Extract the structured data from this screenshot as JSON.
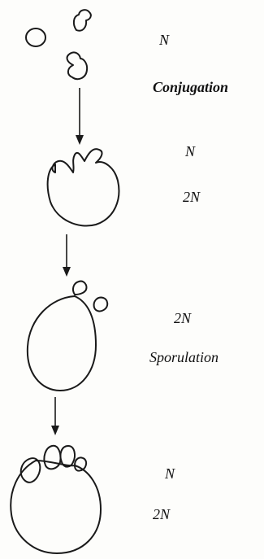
{
  "stages": [
    {
      "id": "haploid-cells",
      "labels": [
        "N",
        "Conjugation"
      ]
    },
    {
      "id": "zygote",
      "labels": [
        "N",
        "2N"
      ]
    },
    {
      "id": "diploid-budding",
      "labels": [
        "2N",
        "Sporulation"
      ]
    },
    {
      "id": "ascus",
      "labels": [
        "N",
        "2N"
      ]
    }
  ],
  "colors": {
    "stroke": "#1a1a1a",
    "text": "#111111",
    "background": "#fdfdfb"
  }
}
